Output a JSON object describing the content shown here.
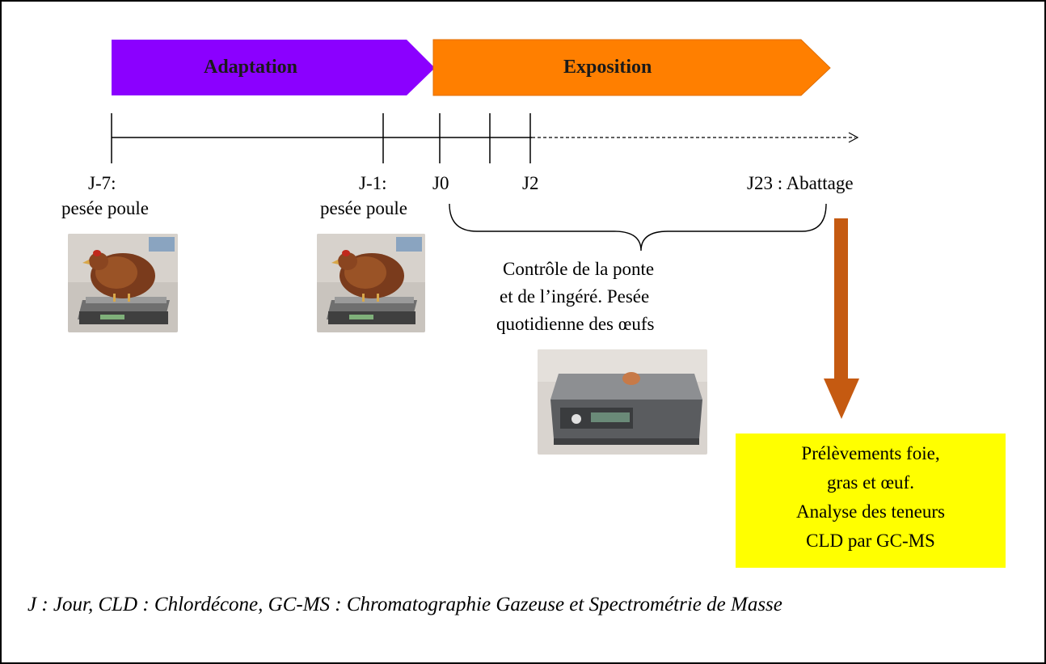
{
  "phases": {
    "adaptation": {
      "label": "Adaptation",
      "color": "#8b00ff"
    },
    "exposition": {
      "label": "Exposition",
      "color": "#ff7f00"
    }
  },
  "timeline": {
    "days": {
      "j_minus_7": "J-7:",
      "j_minus_1": "J-1:",
      "j0": "J0",
      "j2": "J2",
      "j23": "J23 : Abattage"
    },
    "weigh_label_1": "pesée poule",
    "weigh_label_2": "pesée poule"
  },
  "monitoring": {
    "line1": "Contrôle de la ponte",
    "line2": "et de l’ingéré. Pesée",
    "line3": "quotidienne des œufs"
  },
  "sampling": {
    "line1": "Prélèvements  foie,",
    "line2": "gras et œuf.",
    "line3": "Analyse des teneurs",
    "line4": "CLD par GC-MS",
    "arrow_color": "#c55a11",
    "box_color": "#ffff00"
  },
  "caption": "J : Jour, CLD : Chlordécone, GC-MS : Chromatographie Gazeuse et Spectrométrie de Masse",
  "images": {
    "hen_scale_1": "hen-on-scale-photo",
    "hen_scale_2": "hen-on-scale-photo",
    "egg_scale": "egg-on-scale-photo"
  }
}
